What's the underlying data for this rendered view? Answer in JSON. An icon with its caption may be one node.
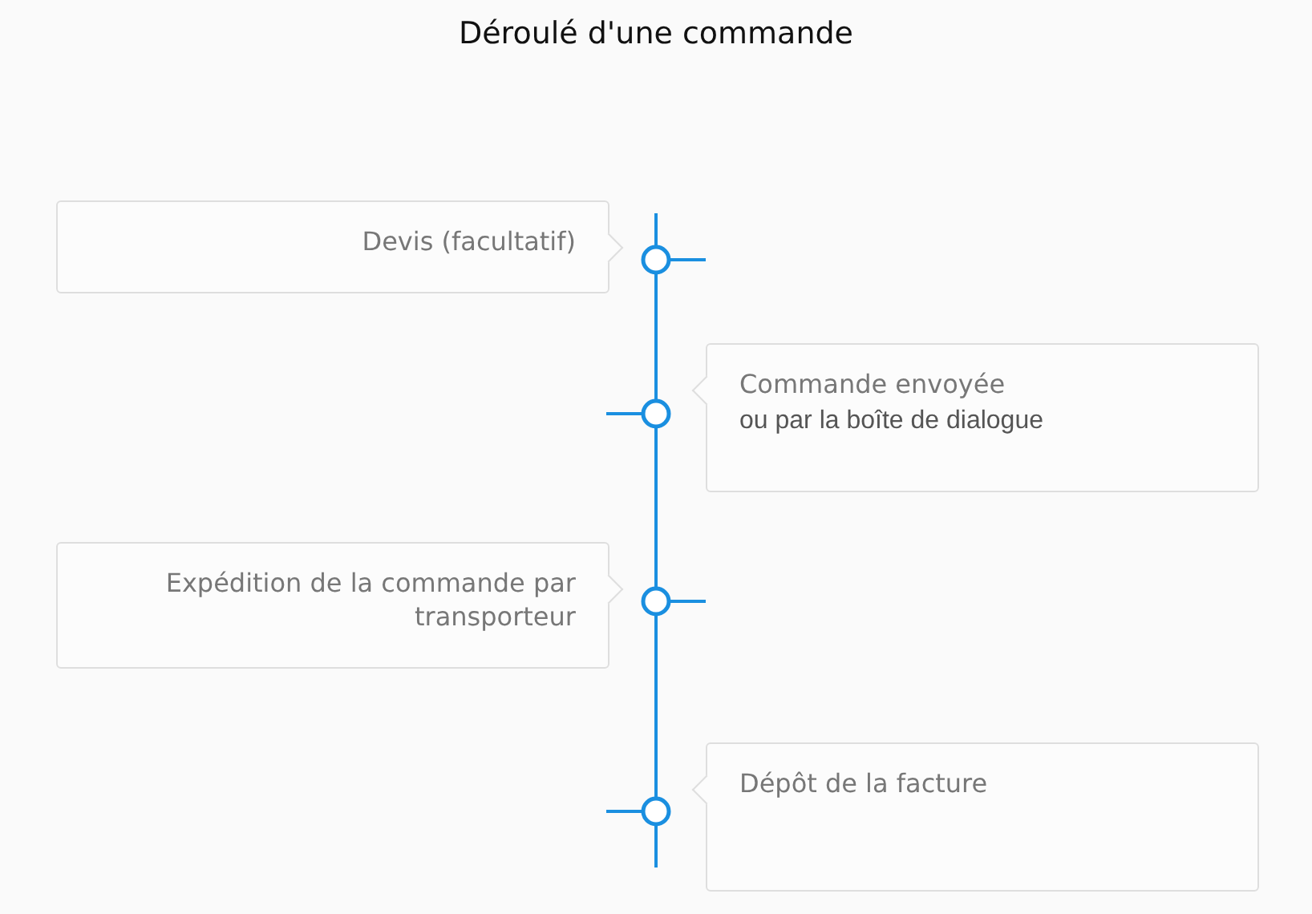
{
  "diagram": {
    "title": "Déroulé d'une commande",
    "nodes": [
      {
        "text": [
          "Devis (facultatif)"
        ]
      },
      {
        "text": [],
        "shape": "circle"
      },
      {
        "text": [],
        "shape": "circle"
      },
      {
        "text": [
          "Commande envoyée",
          "ou par la boîte de dialogue"
        ]
      },
      {
        "text": [
          "Expédition de la commande par transporteur"
        ]
      },
      {
        "text": [],
        "shape": "circle"
      },
      {
        "text": [],
        "shape": "circle"
      },
      {
        "text": [
          "Dépôt de la facture"
        ]
      }
    ],
    "edges": [
      {
        "from": 1,
        "to": 2,
        "arrow": "none"
      },
      {
        "from": 2,
        "to": 5,
        "arrow": "none"
      },
      {
        "from": 5,
        "to": 6,
        "arrow": "none"
      }
    ]
  }
}
